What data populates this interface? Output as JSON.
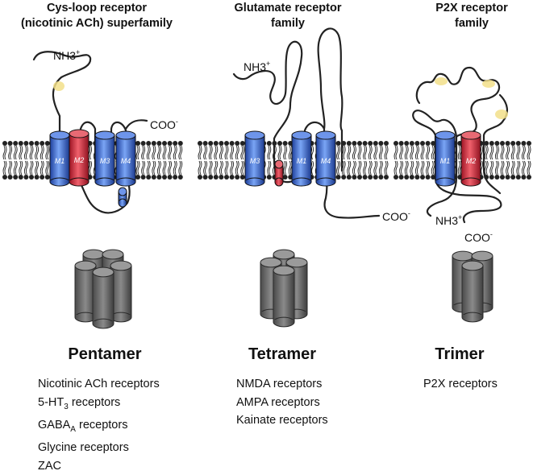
{
  "families": [
    {
      "title_line1": "Cys-loop receptor",
      "title_line2": "(nicotinic ACh) superfamily",
      "n_terminus": "NH3",
      "n_charge": "+",
      "c_terminus": "COO",
      "c_charge": "-",
      "tm_labels": [
        "M1",
        "M2",
        "M3",
        "M4"
      ],
      "oligomer": "Pentamer",
      "subunit_count": 5,
      "members": [
        {
          "pre": "Nicotinic ACh receptors"
        },
        {
          "pre": "5-HT",
          "sub": "3",
          "post": " receptors"
        },
        {
          "pre": "GABA",
          "sub": "A",
          "post": " receptors"
        },
        {
          "pre": "Glycine receptors"
        },
        {
          "pre": "ZAC"
        }
      ]
    },
    {
      "title_line1": "Glutamate receptor",
      "title_line2": "family",
      "n_terminus": "NH3",
      "n_charge": "+",
      "c_terminus": "COO",
      "c_charge": "-",
      "tm_labels": [
        "M1",
        "M3",
        "M4"
      ],
      "oligomer": "Tetramer",
      "subunit_count": 4,
      "members": [
        {
          "pre": "NMDA receptors"
        },
        {
          "pre": "AMPA receptors"
        },
        {
          "pre": "Kainate receptors"
        }
      ]
    },
    {
      "title_line1": "P2X receptor",
      "title_line2": "family",
      "n_terminus": "NH3",
      "n_charge": "+",
      "c_terminus": "COO",
      "c_charge": "-",
      "tm_labels": [
        "M1",
        "M2"
      ],
      "oligomer": "Trimer",
      "subunit_count": 3,
      "members": [
        {
          "pre": "P2X receptors"
        }
      ]
    }
  ],
  "colors": {
    "helix_blue": "#3f6fd6",
    "helix_red": "#d63040",
    "channel_grey": "#6f6f6f",
    "disulfide_yellow": "#f2df8a",
    "lipid": "#222222"
  }
}
